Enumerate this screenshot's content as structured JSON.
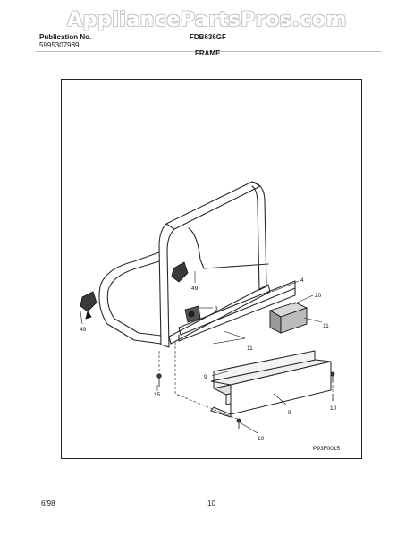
{
  "watermark": "AppliancePartsPros.com",
  "header": {
    "publication_label": "Publication No.",
    "publication_number": "5995307989",
    "model": "FDB636GF",
    "section_title": "FRAME"
  },
  "diagram": {
    "figure_code": "P93F0015",
    "callouts": [
      "49",
      "49",
      "3",
      "4",
      "20",
      "11",
      "11",
      "9",
      "15",
      "10",
      "9",
      "10"
    ]
  },
  "footer": {
    "date": "6/98",
    "page_number": "10"
  }
}
